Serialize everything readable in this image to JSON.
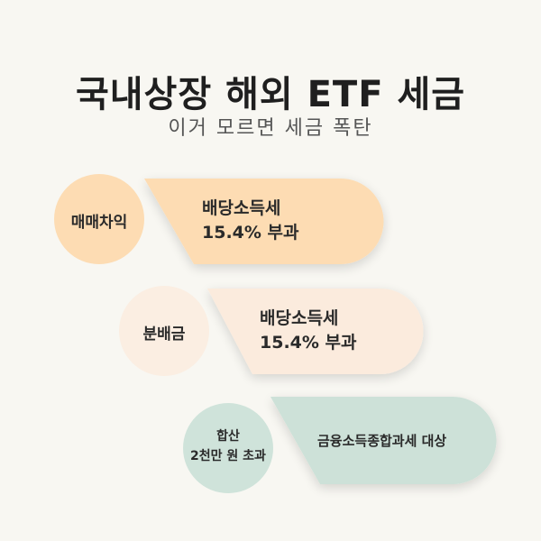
{
  "header": {
    "title": "국내상장 해외 ETF 세금",
    "subtitle": "이거 모르면 세금 폭탄"
  },
  "rows": [
    {
      "label": "매매차익",
      "result_line1": "배당소득세",
      "result_line2": "15.4% 부과"
    },
    {
      "label": "분배금",
      "result_line1": "배당소득세",
      "result_line2": "15.4% 부과"
    },
    {
      "label_line1": "합산",
      "label_line2": "2천만 원 초과",
      "result_line1": "금융소득종합과세 대상"
    }
  ],
  "colors": {
    "background": "#f8f7f2",
    "row1": "#fddcb3",
    "row2": "#fbece0",
    "row3": "#cde1d8"
  }
}
